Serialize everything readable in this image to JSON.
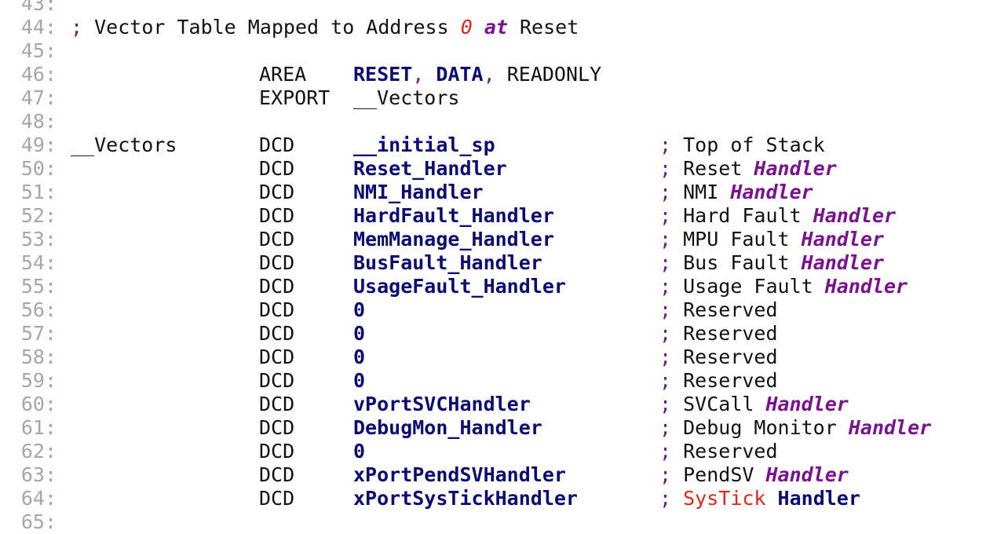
{
  "editor": {
    "lines": [
      {
        "n": "43:",
        "parts": []
      },
      {
        "n": "44:",
        "parts": [
          {
            "c": 0,
            "segs": [
              {
                "t": ";",
                "k": "tok-semi"
              },
              {
                "t": " Vector Table Mapped to Address ",
                "k": "tok-default"
              },
              {
                "t": "0",
                "k": "tok-zero"
              },
              {
                "t": " ",
                "k": "tok-default"
              },
              {
                "t": "at",
                "k": "tok-kw"
              },
              {
                "t": " Reset",
                "k": "tok-default"
              }
            ]
          }
        ]
      },
      {
        "n": "45:",
        "parts": []
      },
      {
        "n": "46:",
        "parts": [
          {
            "c": 240,
            "segs": [
              {
                "t": "AREA",
                "k": "tok-default"
              }
            ]
          },
          {
            "c": 360,
            "segs": [
              {
                "t": "RESET",
                "k": "tok-ident"
              },
              {
                "t": ",",
                "k": "tok-comma"
              },
              {
                "t": " ",
                "k": "tok-default"
              },
              {
                "t": "DATA",
                "k": "tok-ident"
              },
              {
                "t": ",",
                "k": "tok-comma"
              },
              {
                "t": " READONLY",
                "k": "tok-default"
              }
            ]
          }
        ]
      },
      {
        "n": "47:",
        "parts": [
          {
            "c": 240,
            "segs": [
              {
                "t": "EXPORT",
                "k": "tok-default"
              }
            ]
          },
          {
            "c": 360,
            "segs": [
              {
                "t": "__Vectors",
                "k": "tok-default"
              }
            ]
          }
        ]
      },
      {
        "n": "48:",
        "parts": []
      },
      {
        "n": "49:",
        "parts": [
          {
            "c": 0,
            "segs": [
              {
                "t": "__Vectors",
                "k": "tok-default"
              }
            ]
          },
          {
            "c": 240,
            "segs": [
              {
                "t": "DCD",
                "k": "tok-default"
              }
            ]
          },
          {
            "c": 360,
            "segs": [
              {
                "t": "__initial_sp",
                "k": "tok-ident"
              }
            ]
          },
          {
            "c": 750,
            "segs": [
              {
                "t": ";",
                "k": "tok-semi"
              },
              {
                "t": " Top of Stack",
                "k": "tok-default"
              }
            ]
          }
        ]
      },
      {
        "n": "50:",
        "parts": [
          {
            "c": 240,
            "segs": [
              {
                "t": "DCD",
                "k": "tok-default"
              }
            ]
          },
          {
            "c": 360,
            "segs": [
              {
                "t": "Reset_Handler",
                "k": "tok-ident"
              }
            ]
          },
          {
            "c": 750,
            "segs": [
              {
                "t": ";",
                "k": "tok-semi"
              },
              {
                "t": " Reset ",
                "k": "tok-default"
              },
              {
                "t": "Handler",
                "k": "tok-kw"
              }
            ]
          }
        ]
      },
      {
        "n": "51:",
        "parts": [
          {
            "c": 240,
            "segs": [
              {
                "t": "DCD",
                "k": "tok-default"
              }
            ]
          },
          {
            "c": 360,
            "segs": [
              {
                "t": "NMI_Handler",
                "k": "tok-ident"
              }
            ]
          },
          {
            "c": 750,
            "segs": [
              {
                "t": ";",
                "k": "tok-semi"
              },
              {
                "t": " NMI ",
                "k": "tok-default"
              },
              {
                "t": "Handler",
                "k": "tok-kw"
              }
            ]
          }
        ]
      },
      {
        "n": "52:",
        "parts": [
          {
            "c": 240,
            "segs": [
              {
                "t": "DCD",
                "k": "tok-default"
              }
            ]
          },
          {
            "c": 360,
            "segs": [
              {
                "t": "HardFault_Handler",
                "k": "tok-ident"
              }
            ]
          },
          {
            "c": 750,
            "segs": [
              {
                "t": ";",
                "k": "tok-semi"
              },
              {
                "t": " Hard Fault ",
                "k": "tok-default"
              },
              {
                "t": "Handler",
                "k": "tok-kw"
              }
            ]
          }
        ]
      },
      {
        "n": "53:",
        "parts": [
          {
            "c": 240,
            "segs": [
              {
                "t": "DCD",
                "k": "tok-default"
              }
            ]
          },
          {
            "c": 360,
            "segs": [
              {
                "t": "MemManage_Handler",
                "k": "tok-ident"
              }
            ]
          },
          {
            "c": 750,
            "segs": [
              {
                "t": ";",
                "k": "tok-semi"
              },
              {
                "t": " MPU Fault ",
                "k": "tok-default"
              },
              {
                "t": "Handler",
                "k": "tok-kw"
              }
            ]
          }
        ]
      },
      {
        "n": "54:",
        "parts": [
          {
            "c": 240,
            "segs": [
              {
                "t": "DCD",
                "k": "tok-default"
              }
            ]
          },
          {
            "c": 360,
            "segs": [
              {
                "t": "BusFault_Handler",
                "k": "tok-ident"
              }
            ]
          },
          {
            "c": 750,
            "segs": [
              {
                "t": ";",
                "k": "tok-semi"
              },
              {
                "t": " Bus Fault ",
                "k": "tok-default"
              },
              {
                "t": "Handler",
                "k": "tok-kw"
              }
            ]
          }
        ]
      },
      {
        "n": "55:",
        "parts": [
          {
            "c": 240,
            "segs": [
              {
                "t": "DCD",
                "k": "tok-default"
              }
            ]
          },
          {
            "c": 360,
            "segs": [
              {
                "t": "UsageFault_Handler",
                "k": "tok-ident"
              }
            ]
          },
          {
            "c": 750,
            "segs": [
              {
                "t": ";",
                "k": "tok-semi"
              },
              {
                "t": " Usage Fault ",
                "k": "tok-default"
              },
              {
                "t": "Handler",
                "k": "tok-kw"
              }
            ]
          }
        ]
      },
      {
        "n": "56:",
        "parts": [
          {
            "c": 240,
            "segs": [
              {
                "t": "DCD",
                "k": "tok-default"
              }
            ]
          },
          {
            "c": 360,
            "segs": [
              {
                "t": "0",
                "k": "tok-num"
              }
            ]
          },
          {
            "c": 750,
            "segs": [
              {
                "t": ";",
                "k": "tok-semi"
              },
              {
                "t": " Reserved",
                "k": "tok-default"
              }
            ]
          }
        ]
      },
      {
        "n": "57:",
        "parts": [
          {
            "c": 240,
            "segs": [
              {
                "t": "DCD",
                "k": "tok-default"
              }
            ]
          },
          {
            "c": 360,
            "segs": [
              {
                "t": "0",
                "k": "tok-num"
              }
            ]
          },
          {
            "c": 750,
            "segs": [
              {
                "t": ";",
                "k": "tok-semi"
              },
              {
                "t": " Reserved",
                "k": "tok-default"
              }
            ]
          }
        ]
      },
      {
        "n": "58:",
        "parts": [
          {
            "c": 240,
            "segs": [
              {
                "t": "DCD",
                "k": "tok-default"
              }
            ]
          },
          {
            "c": 360,
            "segs": [
              {
                "t": "0",
                "k": "tok-num"
              }
            ]
          },
          {
            "c": 750,
            "segs": [
              {
                "t": ";",
                "k": "tok-semi"
              },
              {
                "t": " Reserved",
                "k": "tok-default"
              }
            ]
          }
        ]
      },
      {
        "n": "59:",
        "parts": [
          {
            "c": 240,
            "segs": [
              {
                "t": "DCD",
                "k": "tok-default"
              }
            ]
          },
          {
            "c": 360,
            "segs": [
              {
                "t": "0",
                "k": "tok-num"
              }
            ]
          },
          {
            "c": 750,
            "segs": [
              {
                "t": ";",
                "k": "tok-semi"
              },
              {
                "t": " Reserved",
                "k": "tok-default"
              }
            ]
          }
        ]
      },
      {
        "n": "60:",
        "parts": [
          {
            "c": 240,
            "segs": [
              {
                "t": "DCD",
                "k": "tok-default"
              }
            ]
          },
          {
            "c": 360,
            "segs": [
              {
                "t": "vPortSVCHandler",
                "k": "tok-ident"
              }
            ]
          },
          {
            "c": 750,
            "segs": [
              {
                "t": ";",
                "k": "tok-semi"
              },
              {
                "t": " SVCall ",
                "k": "tok-default"
              },
              {
                "t": "Handler",
                "k": "tok-kw"
              }
            ]
          }
        ]
      },
      {
        "n": "61:",
        "parts": [
          {
            "c": 240,
            "segs": [
              {
                "t": "DCD",
                "k": "tok-default"
              }
            ]
          },
          {
            "c": 360,
            "segs": [
              {
                "t": "DebugMon_Handler",
                "k": "tok-ident"
              }
            ]
          },
          {
            "c": 750,
            "segs": [
              {
                "t": ";",
                "k": "tok-semi"
              },
              {
                "t": " Debug Monitor ",
                "k": "tok-default"
              },
              {
                "t": "Handler",
                "k": "tok-kw"
              }
            ]
          }
        ]
      },
      {
        "n": "62:",
        "parts": [
          {
            "c": 240,
            "segs": [
              {
                "t": "DCD",
                "k": "tok-default"
              }
            ]
          },
          {
            "c": 360,
            "segs": [
              {
                "t": "0",
                "k": "tok-num"
              }
            ]
          },
          {
            "c": 750,
            "segs": [
              {
                "t": ";",
                "k": "tok-semi"
              },
              {
                "t": " Reserved",
                "k": "tok-default"
              }
            ]
          }
        ]
      },
      {
        "n": "63:",
        "parts": [
          {
            "c": 240,
            "segs": [
              {
                "t": "DCD",
                "k": "tok-default"
              }
            ]
          },
          {
            "c": 360,
            "segs": [
              {
                "t": "xPortPendSVHandler",
                "k": "tok-ident"
              }
            ]
          },
          {
            "c": 750,
            "segs": [
              {
                "t": ";",
                "k": "tok-semi"
              },
              {
                "t": " PendSV ",
                "k": "tok-default"
              },
              {
                "t": "Handler",
                "k": "tok-kw"
              }
            ]
          }
        ]
      },
      {
        "n": "64:",
        "parts": [
          {
            "c": 240,
            "segs": [
              {
                "t": "DCD",
                "k": "tok-default"
              }
            ]
          },
          {
            "c": 360,
            "segs": [
              {
                "t": "xPortSysTickHandler",
                "k": "tok-ident"
              }
            ]
          },
          {
            "c": 750,
            "segs": [
              {
                "t": ";",
                "k": "tok-semi"
              },
              {
                "t": " ",
                "k": "tok-default"
              },
              {
                "t": "SysTick",
                "k": "tok-red"
              },
              {
                "t": " ",
                "k": "tok-default"
              },
              {
                "t": "Handler",
                "k": "tok-bold"
              }
            ]
          }
        ]
      },
      {
        "n": "65:",
        "parts": []
      }
    ]
  }
}
